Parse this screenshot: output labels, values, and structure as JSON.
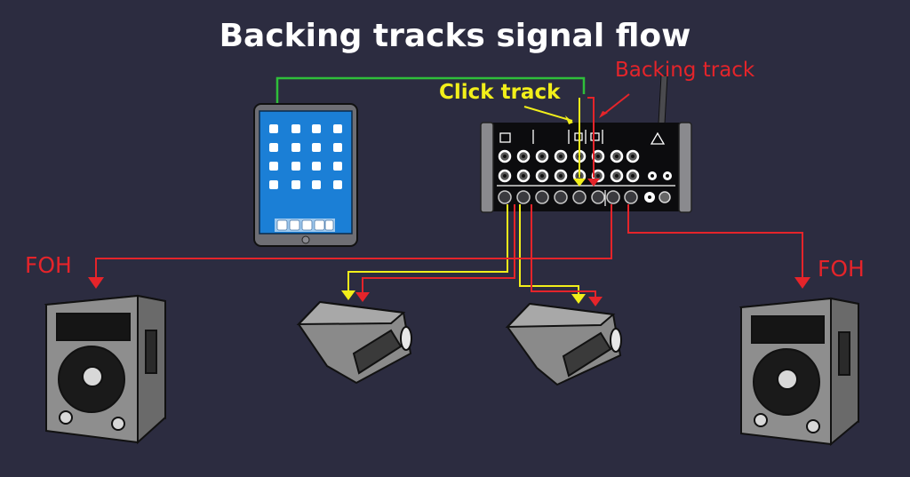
{
  "title": "Backing tracks signal flow",
  "labels": {
    "backing_track": "Backing track",
    "click_track": "Click track",
    "foh_left": "FOH",
    "foh_right": "FOH"
  },
  "colors": {
    "background": "#2c2c40",
    "title": "#ffffff",
    "backing_track": "#e5242a",
    "click_track": "#f2ef1a",
    "usb_cable": "#2fbf3a",
    "tablet_screen": "#1b7fd6"
  },
  "devices": [
    "tablet",
    "digital-mixer",
    "foh-speaker-left",
    "foh-speaker-right",
    "wedge-monitor-left",
    "wedge-monitor-right"
  ]
}
